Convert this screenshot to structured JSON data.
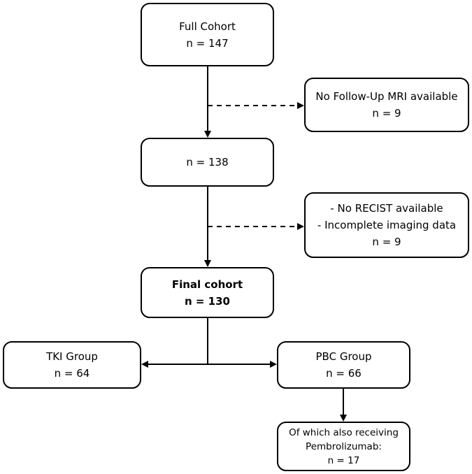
{
  "boxes": {
    "full_cohort": {
      "line1": "Full Cohort",
      "line2": "n = 147"
    },
    "no_followup": {
      "line1": "No Follow-Up MRI available",
      "line2": "n = 9"
    },
    "n138": {
      "line1": "n = 138"
    },
    "no_recist": {
      "line1": "- No RECIST available",
      "line2": "- Incomplete imaging data",
      "line3": "n = 9"
    },
    "final_cohort": {
      "line1": "Final cohort",
      "line2": "n = 130"
    },
    "tki_group": {
      "line1": "TKI Group",
      "line2": "n = 64"
    },
    "pbc_group": {
      "line1": "PBC Group",
      "line2": "n = 66"
    },
    "pembrolizumab": {
      "line1": "Of which also receiving",
      "line2": "Pembrolizumab:",
      "line3": "n = 17"
    }
  }
}
